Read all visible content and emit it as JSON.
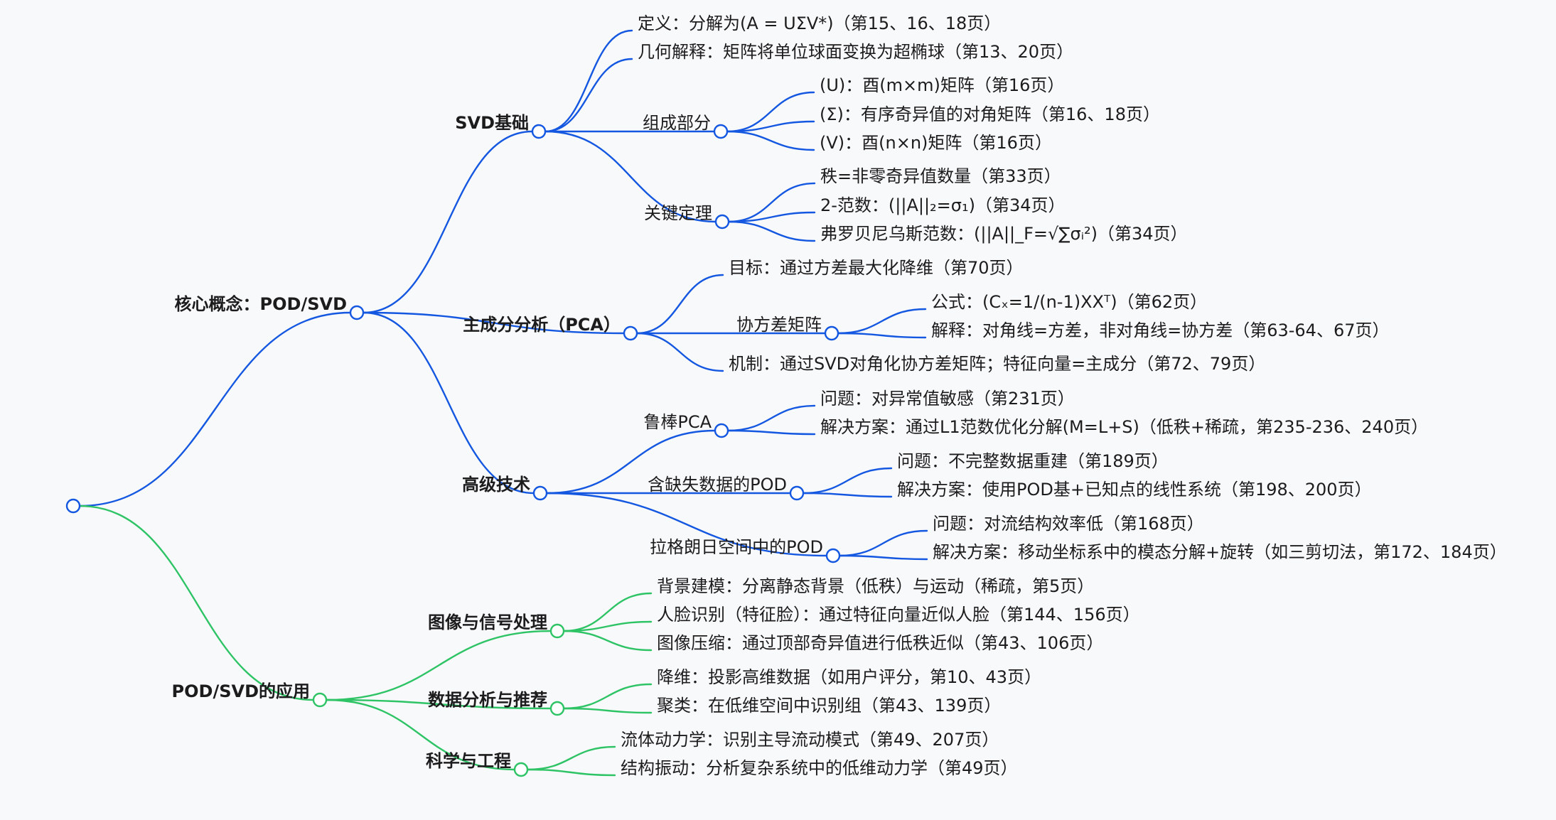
{
  "colors": {
    "blue": "#1457e0",
    "green": "#2ec466",
    "text": "#1c1c1c",
    "background": "#f8f9fb"
  },
  "root": {
    "label": ""
  },
  "branches": [
    {
      "id": "core",
      "label": "核心概念：POD/SVD",
      "color": "blue",
      "children": [
        {
          "id": "svd-basics",
          "label": "SVD基础",
          "children": [
            {
              "id": "svd-def",
              "label": "定义：分解为(A = UΣV*)（第15、16、18页）"
            },
            {
              "id": "svd-geo",
              "label": "几何解释：矩阵将单位球面变换为超椭球（第13、20页）"
            },
            {
              "id": "svd-parts",
              "label": "组成部分",
              "children": [
                {
                  "id": "svd-u",
                  "label": "(U)：酉(m×m)矩阵（第16页）"
                },
                {
                  "id": "svd-sigma",
                  "label": "(Σ)：有序奇异值的对角矩阵（第16、18页）"
                },
                {
                  "id": "svd-v",
                  "label": "(V)：酉(n×n)矩阵（第16页）"
                }
              ]
            },
            {
              "id": "svd-thm",
              "label": "关键定理",
              "children": [
                {
                  "id": "thm-rank",
                  "label": "秩=非零奇异值数量（第33页）"
                },
                {
                  "id": "thm-2norm",
                  "label": "2-范数：(||A||₂=σ₁)（第34页）"
                },
                {
                  "id": "thm-fnorm",
                  "label": "弗罗贝尼乌斯范数：(||A||_F=√∑σᵢ²)（第34页）"
                }
              ]
            }
          ]
        },
        {
          "id": "pca",
          "label": "主成分分析（PCA）",
          "children": [
            {
              "id": "pca-goal",
              "label": "目标：通过方差最大化降维（第70页）"
            },
            {
              "id": "pca-cov",
              "label": "协方差矩阵",
              "children": [
                {
                  "id": "cov-formula",
                  "label": "公式：(Cₓ=1/(n-1)XXᵀ)（第62页）"
                },
                {
                  "id": "cov-explain",
                  "label": "解释：对角线=方差，非对角线=协方差（第63-64、67页）"
                }
              ]
            },
            {
              "id": "pca-mech",
              "label": "机制：通过SVD对角化协方差矩阵；特征向量=主成分（第72、79页）"
            }
          ]
        },
        {
          "id": "advanced",
          "label": "高级技术",
          "children": [
            {
              "id": "rpca",
              "label": "鲁棒PCA",
              "children": [
                {
                  "id": "rpca-prob",
                  "label": "问题：对异常值敏感（第231页）"
                },
                {
                  "id": "rpca-sol",
                  "label": "解决方案：通过L1范数优化分解(M=L+S)（低秩+稀疏，第235-236、240页）"
                }
              ]
            },
            {
              "id": "gappy",
              "label": "含缺失数据的POD",
              "children": [
                {
                  "id": "gappy-prob",
                  "label": "问题：不完整数据重建（第189页）"
                },
                {
                  "id": "gappy-sol",
                  "label": "解决方案：使用POD基+已知点的线性系统（第198、200页）"
                }
              ]
            },
            {
              "id": "lagr",
              "label": "拉格朗日空间中的POD",
              "children": [
                {
                  "id": "lagr-prob",
                  "label": "问题：对流结构效率低（第168页）"
                },
                {
                  "id": "lagr-sol",
                  "label": "解决方案：移动坐标系中的模态分解+旋转（如三剪切法，第172、184页）"
                }
              ]
            }
          ]
        }
      ]
    },
    {
      "id": "apps",
      "label": "POD/SVD的应用",
      "color": "green",
      "children": [
        {
          "id": "img",
          "label": "图像与信号处理",
          "children": [
            {
              "id": "img-bg",
              "label": "背景建模：分离静态背景（低秩）与运动（稀疏，第5页）"
            },
            {
              "id": "img-face",
              "label": "人脸识别（特征脸）：通过特征向量近似人脸（第144、156页）"
            },
            {
              "id": "img-comp",
              "label": "图像压缩：通过顶部奇异值进行低秩近似（第43、106页）"
            }
          ]
        },
        {
          "id": "data",
          "label": "数据分析与推荐",
          "children": [
            {
              "id": "data-dim",
              "label": "降维：投影高维数据（如用户评分，第10、43页）"
            },
            {
              "id": "data-clu",
              "label": "聚类：在低维空间中识别组（第43、139页）"
            }
          ]
        },
        {
          "id": "sci",
          "label": "科学与工程",
          "children": [
            {
              "id": "sci-fluid",
              "label": "流体动力学：识别主导流动模式（第49、207页）"
            },
            {
              "id": "sci-struct",
              "label": "结构振动：分析复杂系统中的低维动力学（第49页）"
            }
          ]
        }
      ]
    }
  ]
}
